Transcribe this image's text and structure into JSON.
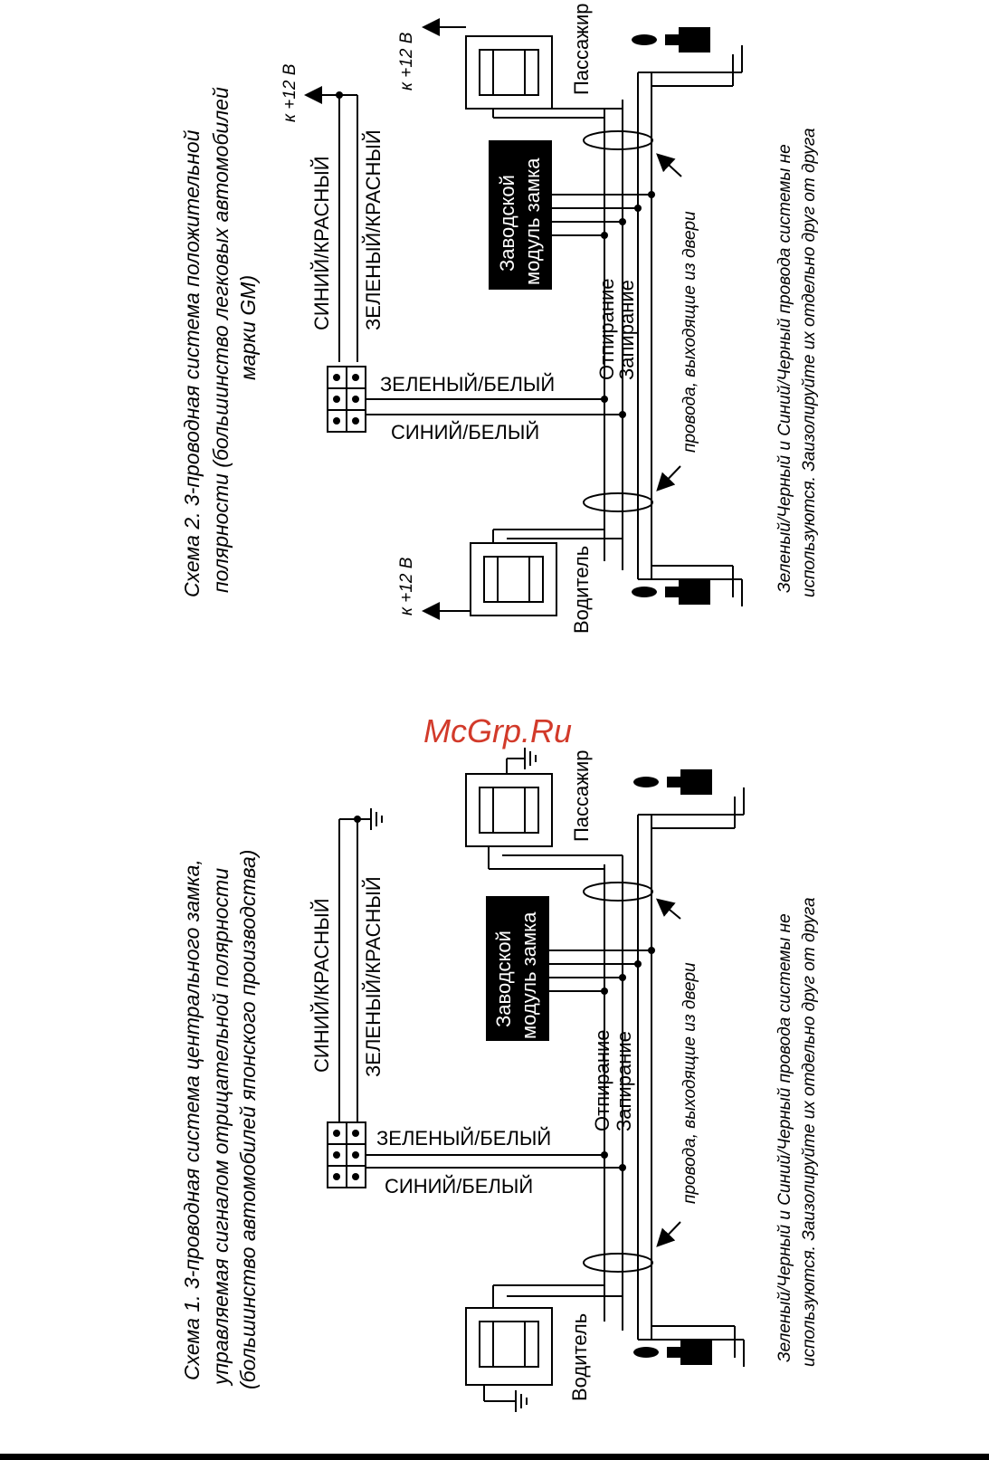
{
  "watermark": "McGrp.Ru",
  "colors": {
    "watermark": "#d23a2a",
    "ink": "#000000",
    "box": "#000000"
  },
  "diagram1": {
    "caption": [
      "Схема 1. 3-проводная система центрального замка,",
      "управляемая сигналом отрицательной полярности",
      "(большинство автомобилей японского производства)"
    ],
    "wire_blue_red": "СИНИЙ/КРАСНЫЙ",
    "wire_green_red": "ЗЕЛЕНЫЙ/КРАСНЫЙ",
    "wire_green_white": "ЗЕЛЕНЫЙ/БЕЛЫЙ",
    "wire_blue_white": "СИНИЙ/БЕЛЫЙ",
    "unlock": "Отпирание",
    "lock": "Запирание",
    "module": [
      "Заводской",
      "модуль замка"
    ],
    "door_wires": "провода, выходящие из двери",
    "driver": "Водитель",
    "passenger": "Пассажир",
    "note": [
      "Зеленый/Черный и Синий/Черный провода системы не",
      "используются. Заизолируйте их отдельно друг от друга"
    ]
  },
  "diagram2": {
    "caption": [
      "Схема 2. 3-проводная система положительной",
      "полярности (большинство легковых автомобилей",
      "марки GM)"
    ],
    "wire_blue_red": "СИНИЙ/КРАСНЫЙ",
    "wire_green_red": "ЗЕЛЕНЫЙ/КРАСНЫЙ",
    "wire_green_white": "ЗЕЛЕНЫЙ/БЕЛЫЙ",
    "wire_blue_white": "СИНИЙ/БЕЛЫЙ",
    "plus12": "к +12 В",
    "unlock": "Отпирание",
    "lock": "Запирание",
    "module": [
      "Заводской",
      "модуль замка"
    ],
    "door_wires": "провода, выходящие из двери",
    "driver": "Водитель",
    "passenger": "Пассажир",
    "note": [
      "Зеленый/Черный и Синий/Черный провода системы не",
      "используются. Заизолируйте их отдельно друг от друга"
    ]
  }
}
